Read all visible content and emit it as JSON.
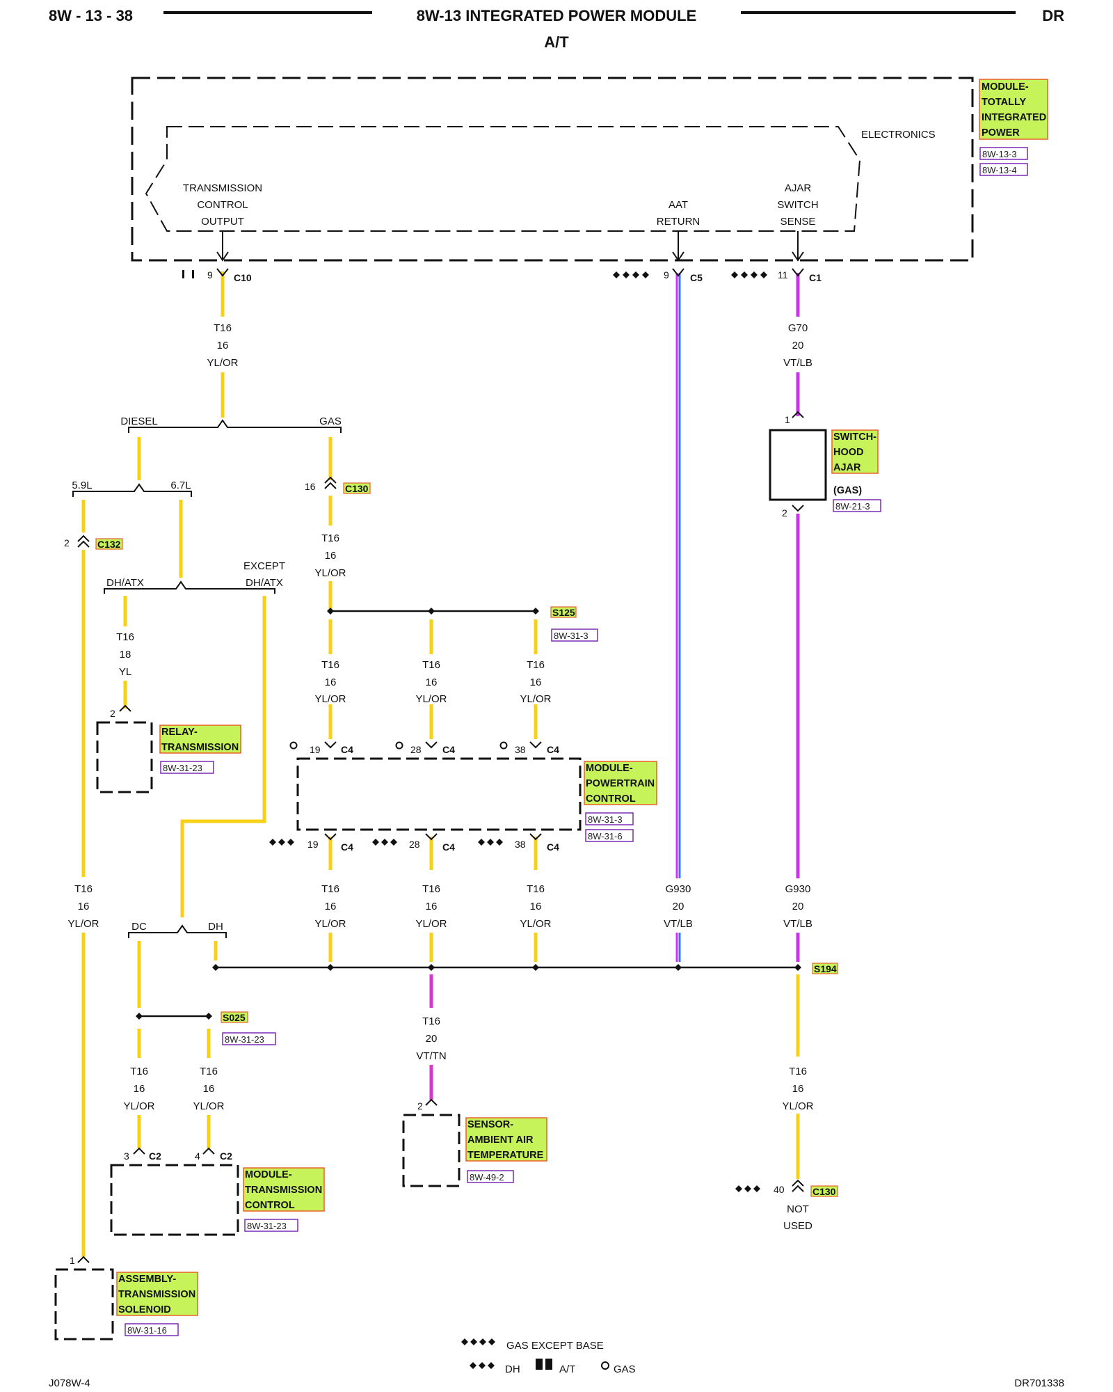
{
  "header": {
    "page_id": "8W - 13 - 38",
    "title": "8W-13 INTEGRATED POWER MODULE",
    "subtitle": "A/T",
    "model": "DR"
  },
  "footer": {
    "left_code": "J078W-4",
    "right_code": "DR701338"
  },
  "colors": {
    "wire_yl_or": "#F7D117",
    "wire_vt": "#CC33EE",
    "wire_lb": "#3377FF",
    "wire_vt_tn": "#D63AC8",
    "label_fill": "#C6F25A",
    "label_border": "#E8602B",
    "ref_border": "#7A2BB5"
  },
  "tipm": {
    "name": [
      "MODULE-",
      "TOTALLY",
      "INTEGRATED",
      "POWER"
    ],
    "refs": [
      "8W-13-3",
      "8W-13-4"
    ],
    "electronics": "ELECTRONICS",
    "tcm_output": [
      "TRANSMISSION",
      "CONTROL",
      "OUTPUT"
    ],
    "aat_return": [
      "AAT",
      "RETURN"
    ],
    "ajar_sense": [
      "AJAR",
      "SWITCH",
      "SENSE"
    ],
    "c10_pin": "9",
    "c10": "C10",
    "c5_pin": "9",
    "c5": "C5",
    "c1_pin": "11",
    "c1": "C1"
  },
  "wires": {
    "t16_top": [
      "T16",
      "16",
      "YL/OR"
    ],
    "g70": [
      "G70",
      "20",
      "VT/LB"
    ],
    "t16_gas": [
      "T16",
      "16",
      "YL/OR"
    ],
    "t16_relay": [
      "T16",
      "18",
      "YL"
    ],
    "s125_a": [
      "T16",
      "16",
      "YL/OR"
    ],
    "s125_b": [
      "T16",
      "16",
      "YL/OR"
    ],
    "s125_c": [
      "T16",
      "16",
      "YL/OR"
    ],
    "c4_low_a": [
      "T16",
      "16",
      "YL/OR"
    ],
    "c4_low_b": [
      "T16",
      "16",
      "YL/OR"
    ],
    "c4_low_c": [
      "T16",
      "16",
      "YL/OR"
    ],
    "g930_c5": [
      "G930",
      "20",
      "VT/LB"
    ],
    "g930_c1": [
      "G930",
      "20",
      "VT/LB"
    ],
    "left_t16": [
      "T16",
      "16",
      "YL/OR"
    ],
    "vt_tn": [
      "T16",
      "20",
      "VT/TN"
    ],
    "s025_a": [
      "T16",
      "16",
      "YL/OR"
    ],
    "s025_b": [
      "T16",
      "16",
      "YL/OR"
    ],
    "s194_down": [
      "T16",
      "16",
      "YL/OR"
    ]
  },
  "branches": {
    "diesel": "DIESEL",
    "gas": "GAS",
    "l59": "5.9L",
    "l67": "6.7L",
    "dh_atx": "DH/ATX",
    "except_dh_atx": [
      "EXCEPT",
      "DH/ATX"
    ],
    "dc": "DC",
    "dh": "DH"
  },
  "connectors": {
    "c130_top_pin": "16",
    "c130_top": "C130",
    "c132_pin": "2",
    "c132": "C132",
    "s125": "S125",
    "s125_ref": "8W-31-3",
    "s194": "S194",
    "s025": "S025",
    "s025_ref": "8W-31-23",
    "c4_top_pins": [
      "19",
      "28",
      "38"
    ],
    "c4_bot_pins": [
      "19",
      "28",
      "38"
    ],
    "c4": "C4",
    "c130_bottom_pin": "40",
    "c130_bottom": "C130",
    "not_used": [
      "NOT",
      "USED"
    ],
    "c2_pins": [
      "3",
      "4"
    ],
    "c2": "C2",
    "relay_pin": "2",
    "solenoid_pin": "1",
    "sensor_pin": "2",
    "hood_pin1": "1",
    "hood_pin2": "2"
  },
  "components": {
    "hood_switch": {
      "name": [
        "SWITCH-",
        "HOOD",
        "AJAR"
      ],
      "note": "(GAS)",
      "ref": "8W-21-3"
    },
    "relay": {
      "name": [
        "RELAY-",
        "TRANSMISSION"
      ],
      "ref": "8W-31-23"
    },
    "pcm": {
      "name": [
        "MODULE-",
        "POWERTRAIN",
        "CONTROL"
      ],
      "refs": [
        "8W-31-3",
        "8W-31-6"
      ]
    },
    "tcm": {
      "name": [
        "MODULE-",
        "TRANSMISSION",
        "CONTROL"
      ],
      "ref": "8W-31-23"
    },
    "aat_sensor": {
      "name": [
        "SENSOR-",
        "AMBIENT AIR",
        "TEMPERATURE"
      ],
      "ref": "8W-49-2"
    },
    "solenoid": {
      "name": [
        "ASSEMBLY-",
        "TRANSMISSION",
        "SOLENOID"
      ],
      "ref": "8W-31-16"
    }
  },
  "legend": {
    "gas_except_base": "GAS EXCEPT BASE",
    "dh": "DH",
    "at": "A/T",
    "gas": "GAS"
  }
}
